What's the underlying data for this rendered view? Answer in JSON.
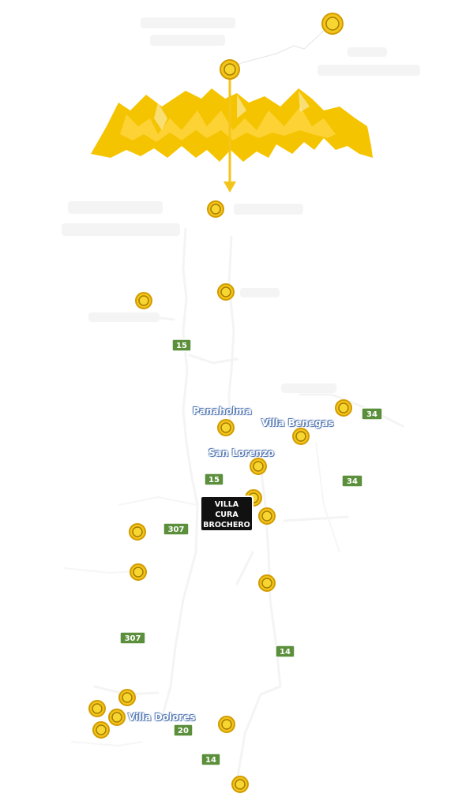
{
  "map": {
    "towns": {
      "panaholma": "Panaholma",
      "villa_benegas": "Villa Benegas",
      "san_lorenzo": "San Lorenzo",
      "villa_dolores": "Villa Dolores"
    },
    "highlighted_town": {
      "line1": "VILLA",
      "line2": "CURA",
      "line3": "BROCHERO"
    },
    "route_numbers": {
      "r15_north": "15",
      "r15_south": "15",
      "r34_east": "34",
      "r34_south": "34",
      "r307_north": "307",
      "r307_south": "307",
      "r14_north": "14",
      "r14_south": "14",
      "r20": "20"
    },
    "colors": {
      "stop": "#f3c51a",
      "mountain": "#f5c400",
      "route_badge": "#5c8f3c",
      "town_label_outline": "#5a7db5",
      "highlight_box": "#111111"
    },
    "icons": {
      "mountain": "mountain-range-icon",
      "stop": "stop-marker-icon",
      "arrow": "down-arrow-icon"
    }
  }
}
